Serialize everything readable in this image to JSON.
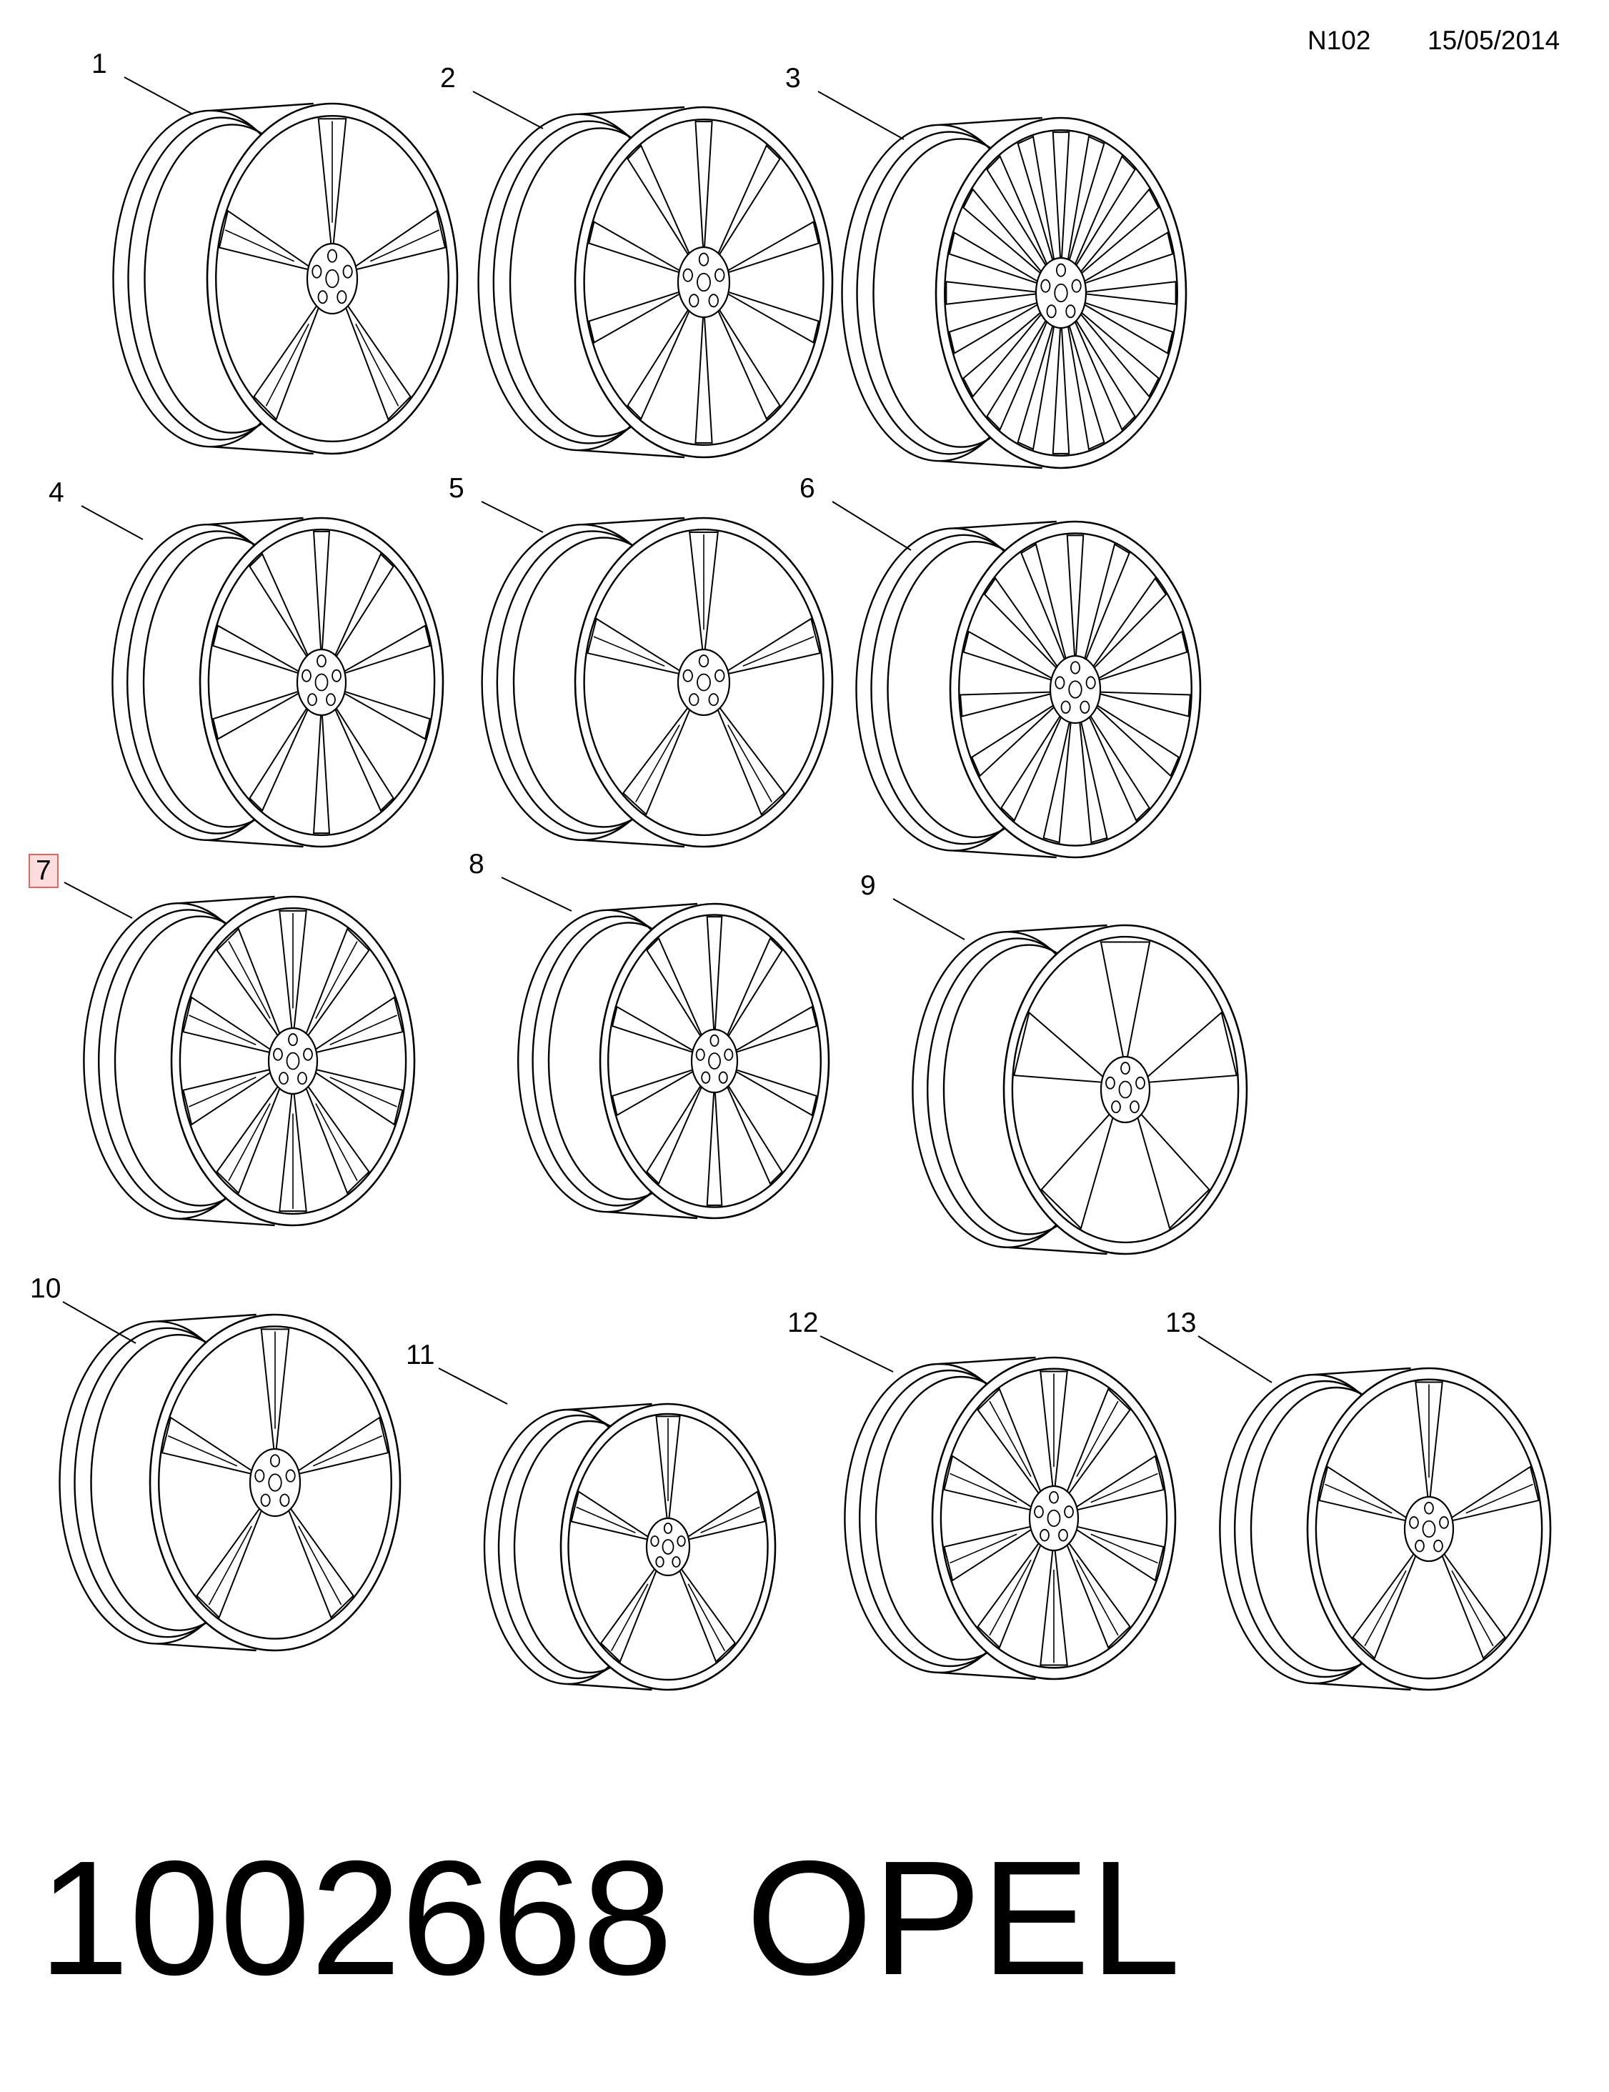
{
  "header": {
    "code": "N102",
    "date": "15/05/2014"
  },
  "wheels": [
    {
      "label": "1",
      "design": "5-spoke",
      "spokes": 5,
      "style": "split"
    },
    {
      "label": "2",
      "design": "10-spoke",
      "spokes": 10,
      "style": "single"
    },
    {
      "label": "3",
      "design": "multi-spoke",
      "spokes": 20,
      "style": "single"
    },
    {
      "label": "4",
      "design": "10-spoke",
      "spokes": 10,
      "style": "single"
    },
    {
      "label": "5",
      "design": "5-spoke",
      "spokes": 5,
      "style": "split"
    },
    {
      "label": "6",
      "design": "multi-spoke",
      "spokes": 15,
      "style": "single"
    },
    {
      "label": "7",
      "design": "10-spoke",
      "spokes": 10,
      "style": "split"
    },
    {
      "label": "8",
      "design": "10-spoke",
      "spokes": 10,
      "style": "single"
    },
    {
      "label": "9",
      "design": "5-spoke",
      "spokes": 5,
      "style": "wide"
    },
    {
      "label": "10",
      "design": "5-spoke",
      "spokes": 5,
      "style": "split"
    },
    {
      "label": "11",
      "design": "5-spoke",
      "spokes": 5,
      "style": "split"
    },
    {
      "label": "12",
      "design": "10-spoke",
      "spokes": 10,
      "style": "split"
    },
    {
      "label": "13",
      "design": "5-spoke",
      "spokes": 5,
      "style": "split"
    }
  ],
  "selected_label": "7",
  "footer": {
    "part_number": "1002668",
    "brand": "OPEL"
  },
  "colors": {
    "line": "#000000",
    "highlight_fill": "#fcdcdc",
    "highlight_border": "#e06666"
  }
}
